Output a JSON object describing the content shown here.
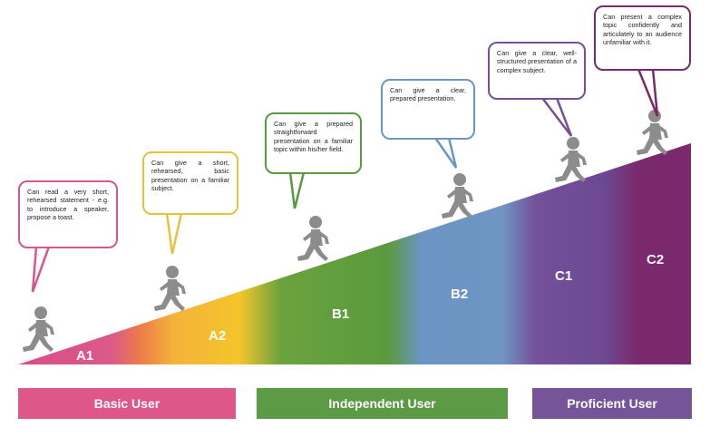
{
  "levels": [
    {
      "code": "A1",
      "descriptor": "Can read a very short, rehearsed statement - e.g. to introduce a speaker, propose a toast.",
      "color": "#d8568c"
    },
    {
      "code": "A2",
      "descriptor": "Can give a short, rehearsed, basic presentation on a familiar subject.",
      "color": "#e8c23a"
    },
    {
      "code": "B1",
      "descriptor": "Can give a prepared straightforward presentation on a familiar topic within his/her field.",
      "color": "#5a9a3e"
    },
    {
      "code": "B2",
      "descriptor": "Can give a clear, prepared presentation.",
      "color": "#6b95c4"
    },
    {
      "code": "C1",
      "descriptor": "Can give a clear, well-structured presentation of a complex subject.",
      "color": "#74509a"
    },
    {
      "code": "C2",
      "descriptor": "Can present a complex topic confidently and articulately to an audience unfamiliar with it.",
      "color": "#7a2a6c"
    }
  ],
  "user_bands": [
    {
      "label": "Basic User",
      "color": "#df5689"
    },
    {
      "label": "Independent User",
      "color": "#5c9a45"
    },
    {
      "label": "Proficient User",
      "color": "#76549a"
    }
  ]
}
